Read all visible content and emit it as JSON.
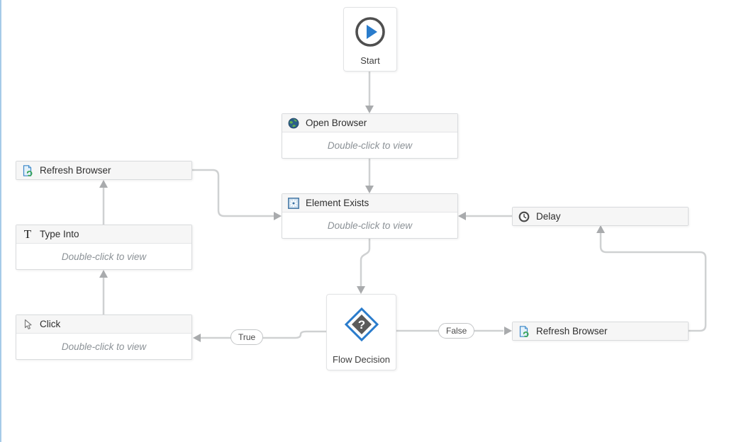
{
  "canvas": {
    "background": "#ffffff",
    "left_edge_color": "#a6cbe8"
  },
  "placeholder": "Double-click to view",
  "nodes": {
    "start": {
      "label": "Start",
      "icon": "play-circle-icon"
    },
    "open_browser": {
      "title": "Open Browser",
      "icon": "globe-icon"
    },
    "element_exists": {
      "title": "Element Exists",
      "icon": "element-sparkle-icon"
    },
    "refresh_browser_left": {
      "title": "Refresh Browser",
      "icon": "page-refresh-icon"
    },
    "type_into": {
      "title": "Type Into",
      "icon": "text-t-icon",
      "glyph": "T"
    },
    "click": {
      "title": "Click",
      "icon": "cursor-icon"
    },
    "flow_decision": {
      "label": "Flow Decision",
      "glyph": "?",
      "icon": "decision-diamond-icon"
    },
    "delay": {
      "title": "Delay",
      "icon": "clock-icon"
    },
    "refresh_browser_right": {
      "title": "Refresh Browser",
      "icon": "page-refresh-icon"
    }
  },
  "branches": {
    "true_label": "True",
    "false_label": "False"
  },
  "colors": {
    "connector": "#cfd1d2",
    "arrowhead": "#a9abad",
    "node_border": "#d9dbdd",
    "header_bg": "#f6f6f6",
    "accent_blue": "#2a7ccc",
    "icon_green": "#3aa655",
    "dark_gray": "#5b5b5b"
  }
}
